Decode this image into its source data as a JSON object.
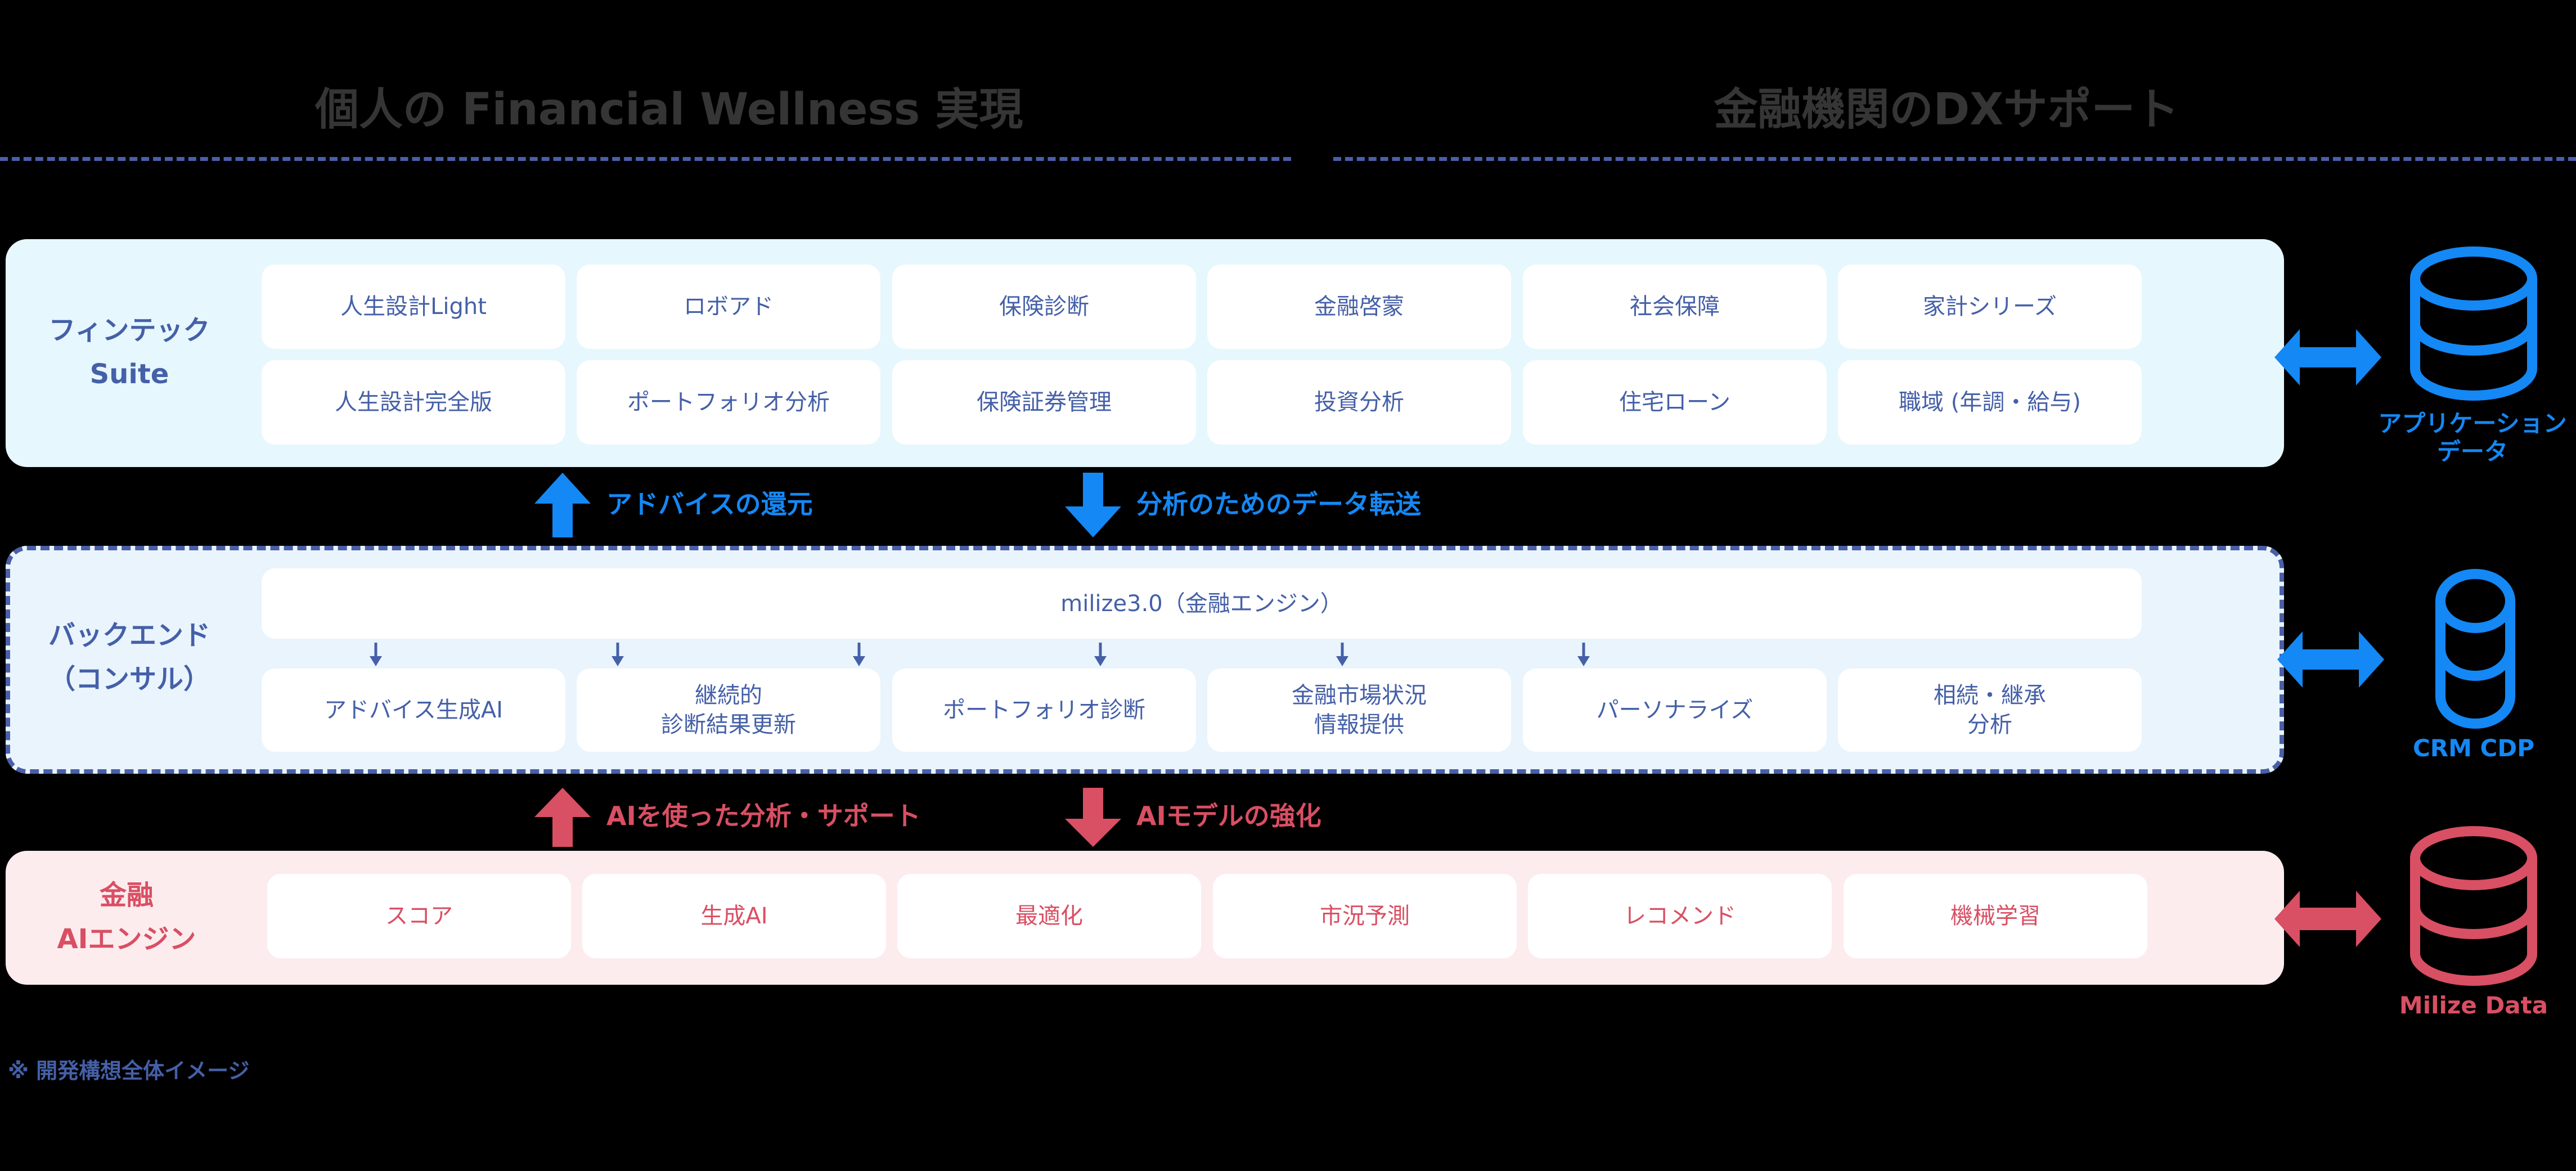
{
  "header": {
    "left_title": "個人の Financial Wellness 実現",
    "right_title": "金融機関のDXサポート"
  },
  "colors": {
    "primary_blue": "#4560a8",
    "accent_blue": "#1488f5",
    "accent_red": "#d94f63",
    "fintech_bg": "#e6f7fd",
    "backend_bg": "#e9f4fd",
    "ai_bg": "#fdecee",
    "title_gray": "#353535"
  },
  "sections": {
    "fintech": {
      "label": "フィンテック\nSuite",
      "rows": [
        [
          "人生設計Light",
          "ロボアド",
          "保険診断",
          "金融啓蒙",
          "社会保障",
          "家計シリーズ"
        ],
        [
          "人生設計完全版",
          "ポートフォリオ分析",
          "保険証券管理",
          "投資分析",
          "住宅ローン",
          "職域 (年調・給与)"
        ]
      ],
      "database": {
        "icon": "database-icon",
        "label": "アプリケーション\nデータ"
      }
    },
    "backend": {
      "label": "バックエンド\n（コンサル）",
      "engine": "milize3.0（金融エンジン）",
      "items": [
        "アドバイス生成AI",
        "継続的\n診断結果更新",
        "ポートフォリオ診断",
        "金融市場状況\n情報提供",
        "パーソナライズ",
        "相続・継承\n分析"
      ],
      "database": {
        "icon": "database-icon",
        "label": "CRM CDP"
      }
    },
    "ai": {
      "label": "金融\nAIエンジン",
      "items": [
        "スコア",
        "生成AI",
        "最適化",
        "市況予測",
        "レコメンド",
        "機械学習"
      ],
      "database": {
        "icon": "database-icon",
        "label": "Milize Data"
      }
    }
  },
  "flows": {
    "fintech_backend": {
      "up_label": "アドバイスの還元",
      "down_label": "分析のためのデータ転送"
    },
    "backend_ai": {
      "up_label": "AIを使った分析・サポート",
      "down_label": "AIモデルの強化"
    }
  },
  "footnote": "※ 開発構想全体イメージ"
}
